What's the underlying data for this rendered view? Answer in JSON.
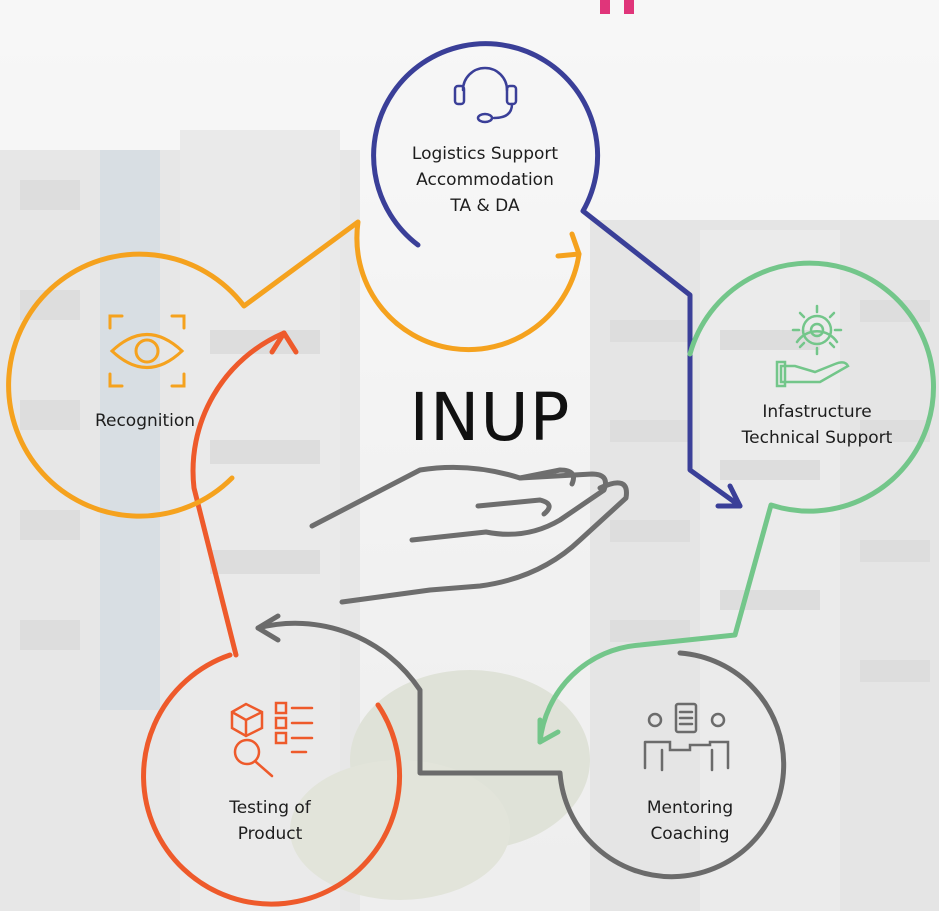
{
  "center": {
    "title": "INUP"
  },
  "nodes": [
    {
      "id": "logistics",
      "icon": "headset-icon",
      "color": "#3a3f98",
      "lines": [
        "Logistics Support",
        "Accommodation",
        "TA & DA"
      ]
    },
    {
      "id": "infrastructure",
      "icon": "gear-hand-icon",
      "color": "#73c68a",
      "lines": [
        "Infastructure",
        "Technical Support"
      ]
    },
    {
      "id": "mentoring",
      "icon": "meeting-icon",
      "color": "#6b6b6b",
      "lines": [
        "Mentoring",
        "Coaching"
      ]
    },
    {
      "id": "testing",
      "icon": "product-testing-icon",
      "color": "#ee5a2b",
      "lines": [
        "Testing of",
        "Product"
      ]
    },
    {
      "id": "recognition",
      "icon": "eye-focus-icon",
      "color": "#f5a21e",
      "lines": [
        "Recognition"
      ]
    }
  ],
  "colors": {
    "logistics": "#3a3f98",
    "infrastructure": "#73c68a",
    "mentoring": "#6b6b6b",
    "testing": "#ee5a2b",
    "recognition": "#f5a21e",
    "hand": "#6e6e6e",
    "top_mark": "#e0357a"
  }
}
